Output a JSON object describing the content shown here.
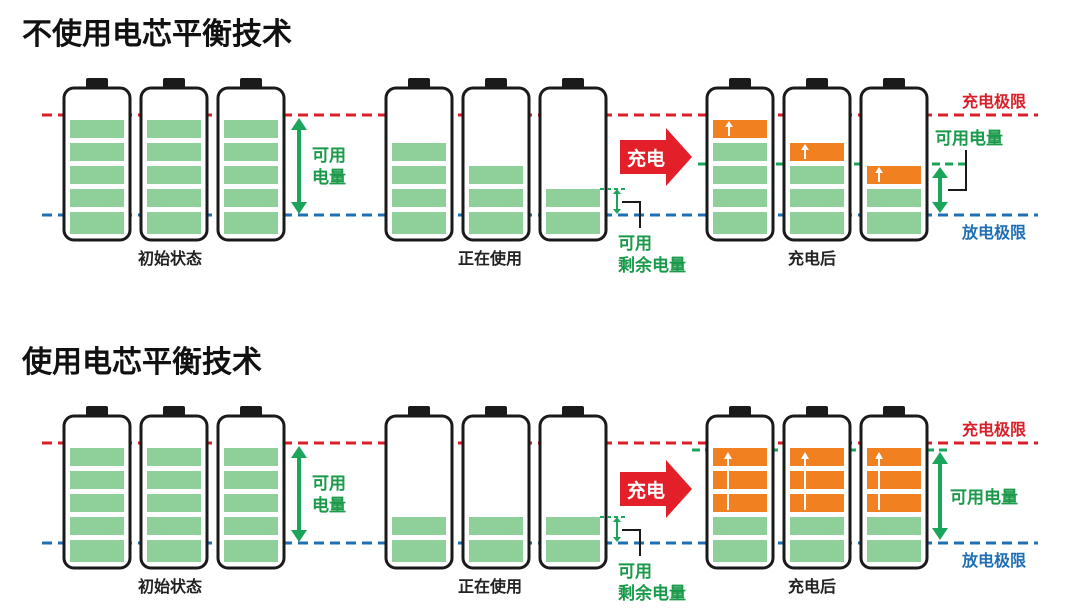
{
  "sections": [
    {
      "title": "不使用电芯平衡技术",
      "labels": {
        "initial": "初始状态",
        "in_use": "正在使用",
        "after_charge": "充电后",
        "usable_left": [
          "可用",
          "电量"
        ],
        "remaining": [
          "可用",
          "剩余电量"
        ],
        "usable_right": "可用电量",
        "charge_limit": "充电极限",
        "discharge_limit": "放电极限",
        "charge_arrow": "充电"
      }
    },
    {
      "title": "使用电芯平衡技术",
      "labels": {
        "initial": "初始状态",
        "in_use": "正在使用",
        "after_charge": "充电后",
        "usable_left": [
          "可用",
          "电量"
        ],
        "remaining": [
          "可用",
          "剩余电量"
        ],
        "usable_right": "可用电量",
        "charge_limit": "充电极限",
        "discharge_limit": "放电极限",
        "charge_arrow": "充电"
      }
    }
  ],
  "colors": {
    "battery_fill": "#8fcf9a",
    "charged_fill": "#f08020",
    "charge_limit_line": "#d9202a",
    "discharge_limit_line": "#1f6fb5",
    "usable_green": "#1aa55a",
    "charge_arrow": "#e3202a",
    "outline": "#1a1a1a"
  }
}
